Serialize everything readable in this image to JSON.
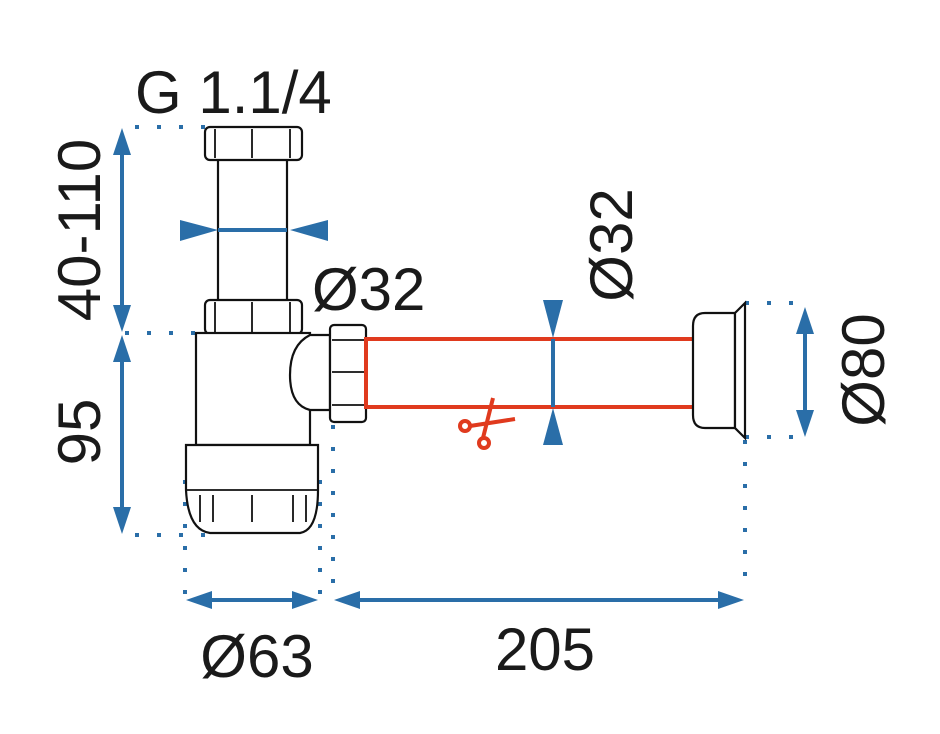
{
  "title": "Bottle trap dimensions",
  "labels": {
    "thread": "G 1.1/4",
    "height_adjust": "40-110",
    "trap_height": "95",
    "inlet_diameter": "Ø32",
    "pipe_diameter": "Ø32",
    "rosette_diameter": "Ø80",
    "body_diameter": "Ø63",
    "pipe_length": "205"
  },
  "colors": {
    "dimension": "#2a6ea8",
    "cuttable_pipe": "#e03a1e",
    "outline": "#111111"
  },
  "icons": [
    "scissors-icon"
  ]
}
